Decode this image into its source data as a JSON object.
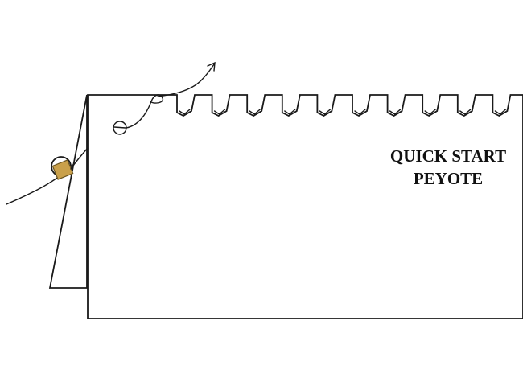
{
  "title": {
    "line1": "QUICK START",
    "line2": "PEYOTE"
  },
  "colors": {
    "bead_fill": "#c9a04a",
    "bead_stroke": "#6b5522",
    "outline": "#1a1a1a",
    "background": "#ffffff"
  },
  "icons": {
    "thread": "needle-thread-arrow",
    "stop_bead": "stop-bead-icon"
  }
}
